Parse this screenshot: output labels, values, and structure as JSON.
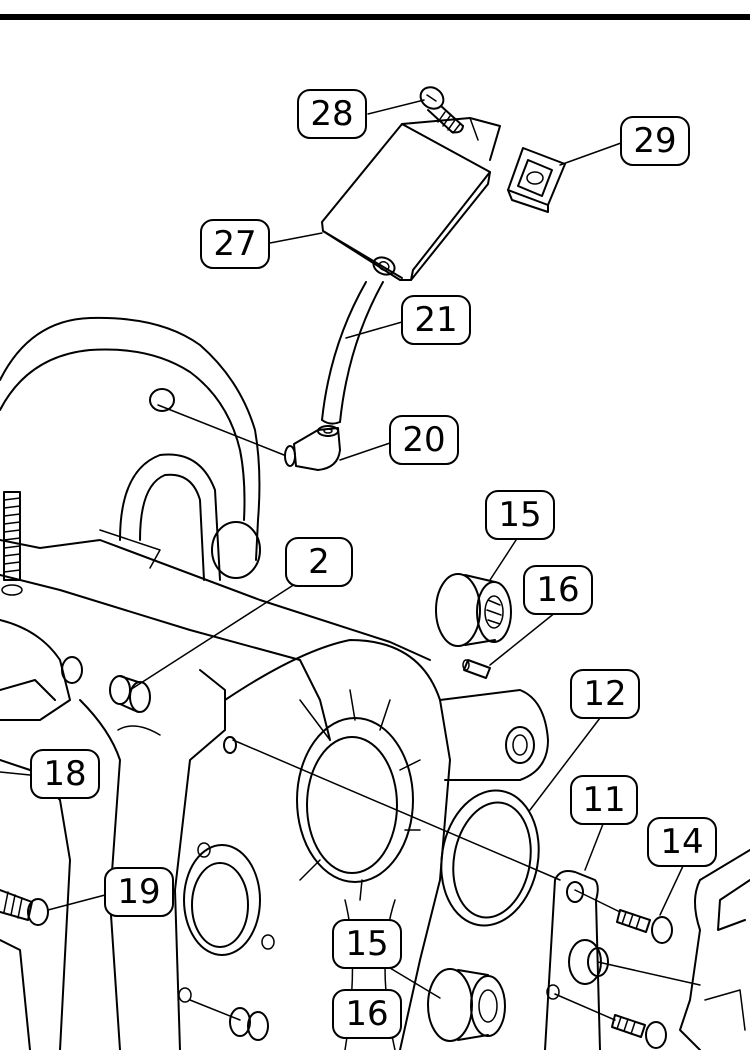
{
  "callouts": [
    {
      "id": "c28",
      "label": "28"
    },
    {
      "id": "c29",
      "label": "29"
    },
    {
      "id": "c27",
      "label": "27"
    },
    {
      "id": "c21",
      "label": "21"
    },
    {
      "id": "c20",
      "label": "20"
    },
    {
      "id": "c15a",
      "label": "15"
    },
    {
      "id": "c16a",
      "label": "16"
    },
    {
      "id": "c2",
      "label": "2"
    },
    {
      "id": "c12",
      "label": "12"
    },
    {
      "id": "c18",
      "label": "18"
    },
    {
      "id": "c11",
      "label": "11"
    },
    {
      "id": "c14",
      "label": "14"
    },
    {
      "id": "c19",
      "label": "19"
    },
    {
      "id": "c15b",
      "label": "15"
    },
    {
      "id": "c16b",
      "label": "16"
    }
  ]
}
